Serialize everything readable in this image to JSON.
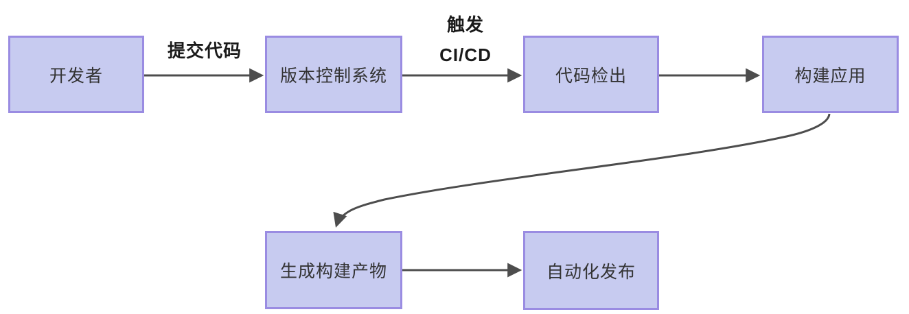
{
  "diagram": {
    "type": "flowchart",
    "direction": "left-to-right",
    "nodes": [
      {
        "id": "developer",
        "label": "开发者"
      },
      {
        "id": "vcs",
        "label": "版本控制系统"
      },
      {
        "id": "checkout",
        "label": "代码检出"
      },
      {
        "id": "build",
        "label": "构建应用"
      },
      {
        "id": "artifact",
        "label": "生成构建产物"
      },
      {
        "id": "release",
        "label": "自动化发布"
      }
    ],
    "edges": [
      {
        "from": "developer",
        "to": "vcs",
        "label": "提交代码"
      },
      {
        "from": "vcs",
        "to": "checkout",
        "label_lines": [
          "触发",
          "CI/CD"
        ]
      },
      {
        "from": "checkout",
        "to": "build",
        "label": ""
      },
      {
        "from": "build",
        "to": "artifact",
        "label": ""
      },
      {
        "from": "artifact",
        "to": "release",
        "label": ""
      }
    ],
    "colors": {
      "node_fill": "#c7cbf0",
      "node_border": "#9a8ce2",
      "arrow": "#4d4d4d",
      "node_text": "#333333",
      "edge_label_text": "#1a1a1a",
      "background": "#ffffff"
    }
  }
}
